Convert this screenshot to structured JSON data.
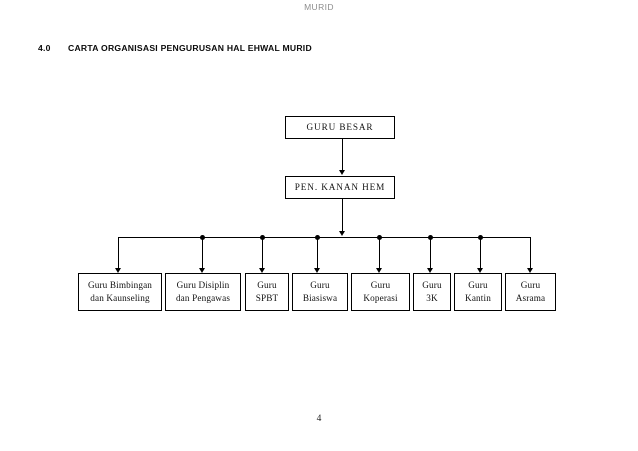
{
  "document": {
    "running_header": "MURID",
    "page_number": "4"
  },
  "section": {
    "number": "4.0",
    "title": "CARTA ORGANISASI PENGURUSAN HAL EHWAL MURID"
  },
  "colors": {
    "line": "#000000",
    "text": "#111111",
    "header_text": "#8d8d8d",
    "background": "#ffffff"
  },
  "chart_data": {
    "type": "diagram",
    "subtype": "organization-chart",
    "title": "CARTA ORGANISASI PENGURUSAN HAL EHWAL MURID",
    "orientation": "top-down",
    "levels": [
      {
        "level": 1,
        "nodes": [
          {
            "id": "guru-besar",
            "label": "GURU BESAR",
            "lines": [
              "GURU BESAR"
            ]
          }
        ]
      },
      {
        "level": 2,
        "nodes": [
          {
            "id": "pen-kanan-hem",
            "label": "PEN. KANAN HEM",
            "lines": [
              "PEN. KANAN HEM"
            ]
          }
        ]
      },
      {
        "level": 3,
        "nodes": [
          {
            "id": "guru-bimbingan-kaunseling",
            "label": "Guru Bimbingan dan Kaunseling",
            "lines": [
              "Guru Bimbingan",
              "dan Kaunseling"
            ]
          },
          {
            "id": "guru-disiplin-pengawas",
            "label": "Guru Disiplin dan Pengawas",
            "lines": [
              "Guru Disiplin",
              "dan Pengawas"
            ]
          },
          {
            "id": "guru-spbt",
            "label": "Guru SPBT",
            "lines": [
              "Guru",
              "SPBT"
            ]
          },
          {
            "id": "guru-biasiswa",
            "label": "Guru Biasiswa",
            "lines": [
              "Guru",
              "Biasiswa"
            ]
          },
          {
            "id": "guru-koperasi",
            "label": "Guru Koperasi",
            "lines": [
              "Guru",
              "Koperasi"
            ]
          },
          {
            "id": "guru-3k",
            "label": "Guru 3K",
            "lines": [
              "Guru",
              "3K"
            ]
          },
          {
            "id": "guru-kantin",
            "label": "Guru Kantin",
            "lines": [
              "Guru",
              "Kantin"
            ]
          },
          {
            "id": "guru-asrama",
            "label": "Guru Asrama",
            "lines": [
              "Guru",
              "Asrama"
            ]
          }
        ]
      }
    ],
    "edges": [
      {
        "from": "guru-besar",
        "to": "pen-kanan-hem",
        "style": "arrow"
      },
      {
        "from": "pen-kanan-hem",
        "to": "guru-bimbingan-kaunseling",
        "style": "arrow-bus"
      },
      {
        "from": "pen-kanan-hem",
        "to": "guru-disiplin-pengawas",
        "style": "arrow-bus"
      },
      {
        "from": "pen-kanan-hem",
        "to": "guru-spbt",
        "style": "arrow-bus"
      },
      {
        "from": "pen-kanan-hem",
        "to": "guru-biasiswa",
        "style": "arrow-bus"
      },
      {
        "from": "pen-kanan-hem",
        "to": "guru-koperasi",
        "style": "arrow-bus"
      },
      {
        "from": "pen-kanan-hem",
        "to": "guru-3k",
        "style": "arrow-bus"
      },
      {
        "from": "pen-kanan-hem",
        "to": "guru-kantin",
        "style": "arrow-bus"
      },
      {
        "from": "pen-kanan-hem",
        "to": "guru-asrama",
        "style": "arrow-bus"
      }
    ]
  }
}
